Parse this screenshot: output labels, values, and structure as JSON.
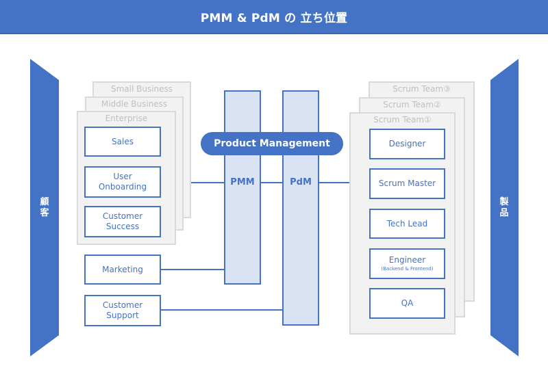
{
  "header": {
    "title": "PMM & PdM の 立ち位置"
  },
  "colors": {
    "accent": "#4472c4",
    "pillar_fill": "#dae3f3",
    "stack_fill": "#f2f2f2",
    "stack_border": "#d9d9d9",
    "stack_text": "#bfbfbf"
  },
  "sides": {
    "left": "顧客",
    "right": "製品"
  },
  "center": {
    "product_management": "Product Management",
    "pmm": "PMM",
    "pdm": "PdM"
  },
  "customer_segments": [
    "Small Business",
    "Middle Business",
    "Enterprise"
  ],
  "customer_roles": [
    {
      "line1": "Sales",
      "line2": ""
    },
    {
      "line1": "User",
      "line2": "Onboarding"
    },
    {
      "line1": "Customer",
      "line2": "Success"
    }
  ],
  "standalone_roles": [
    {
      "line1": "Marketing",
      "line2": ""
    },
    {
      "line1": "Customer",
      "line2": "Support"
    }
  ],
  "scrum_teams": [
    "Scrum Team③",
    "Scrum Team②",
    "Scrum Team①"
  ],
  "team_roles": [
    {
      "label": "Designer",
      "sub": ""
    },
    {
      "label": "Scrum Master",
      "sub": ""
    },
    {
      "label": "Tech Lead",
      "sub": ""
    },
    {
      "label": "Engineer",
      "sub": "(Backend & Frontend)"
    },
    {
      "label": "QA",
      "sub": ""
    }
  ]
}
